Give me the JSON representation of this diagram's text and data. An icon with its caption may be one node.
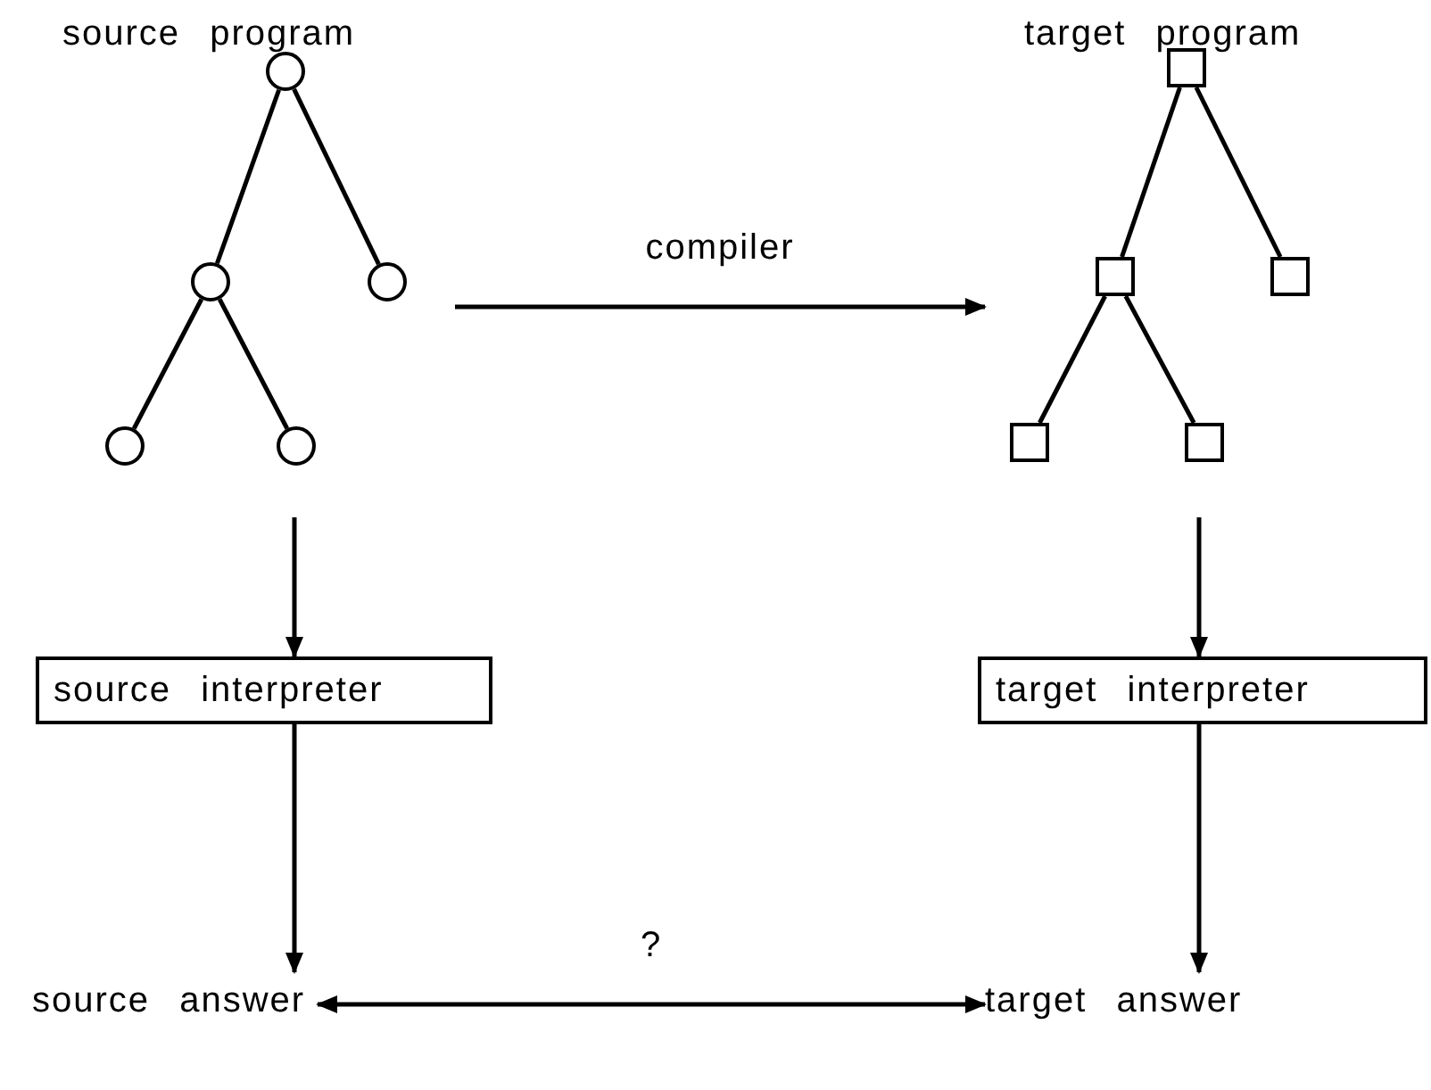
{
  "diagram": {
    "nodes": [
      {
        "text": [
          "source program"
        ]
      },
      {
        "text": [],
        "shape": "circle",
        "in": 0
      },
      {
        "text": [],
        "shape": "circle",
        "in": 0
      },
      {
        "text": [],
        "shape": "circle",
        "in": 0
      },
      {
        "text": [],
        "shape": "circle",
        "in": 0
      },
      {
        "text": [],
        "shape": "circle",
        "in": 0
      },
      {
        "text": [
          "target program"
        ]
      },
      {
        "text": [],
        "shape": "box",
        "in": 6
      },
      {
        "text": [],
        "shape": "box",
        "in": 6
      },
      {
        "text": [],
        "shape": "box",
        "in": 6
      },
      {
        "text": [],
        "shape": "box",
        "in": 6
      },
      {
        "text": [],
        "shape": "box",
        "in": 6
      },
      {
        "text": [
          "source interpreter"
        ]
      },
      {
        "text": [
          "target interpreter"
        ]
      },
      {
        "text": [
          "source answer"
        ]
      },
      {
        "text": [
          "target answer"
        ]
      }
    ],
    "edges": [
      {
        "from": 1,
        "to": 2,
        "arrow": "none"
      },
      {
        "from": 1,
        "to": 3,
        "arrow": "none"
      },
      {
        "from": 2,
        "to": 4,
        "arrow": "none"
      },
      {
        "from": 2,
        "to": 5,
        "arrow": "none"
      },
      {
        "from": 7,
        "to": 8,
        "arrow": "none"
      },
      {
        "from": 7,
        "to": 9,
        "arrow": "none"
      },
      {
        "from": 8,
        "to": 10,
        "arrow": "none"
      },
      {
        "from": 8,
        "to": 11,
        "arrow": "none"
      },
      {
        "from": 0,
        "to": 6,
        "arrow": "to",
        "label": "compiler"
      },
      {
        "from": 0,
        "to": 12,
        "arrow": "to"
      },
      {
        "from": 12,
        "to": 14,
        "arrow": "to"
      },
      {
        "from": 6,
        "to": 13,
        "arrow": "to"
      },
      {
        "from": 13,
        "to": 15,
        "arrow": "to"
      },
      {
        "from": 14,
        "to": 15,
        "arrow": "both",
        "label": "?"
      }
    ]
  }
}
